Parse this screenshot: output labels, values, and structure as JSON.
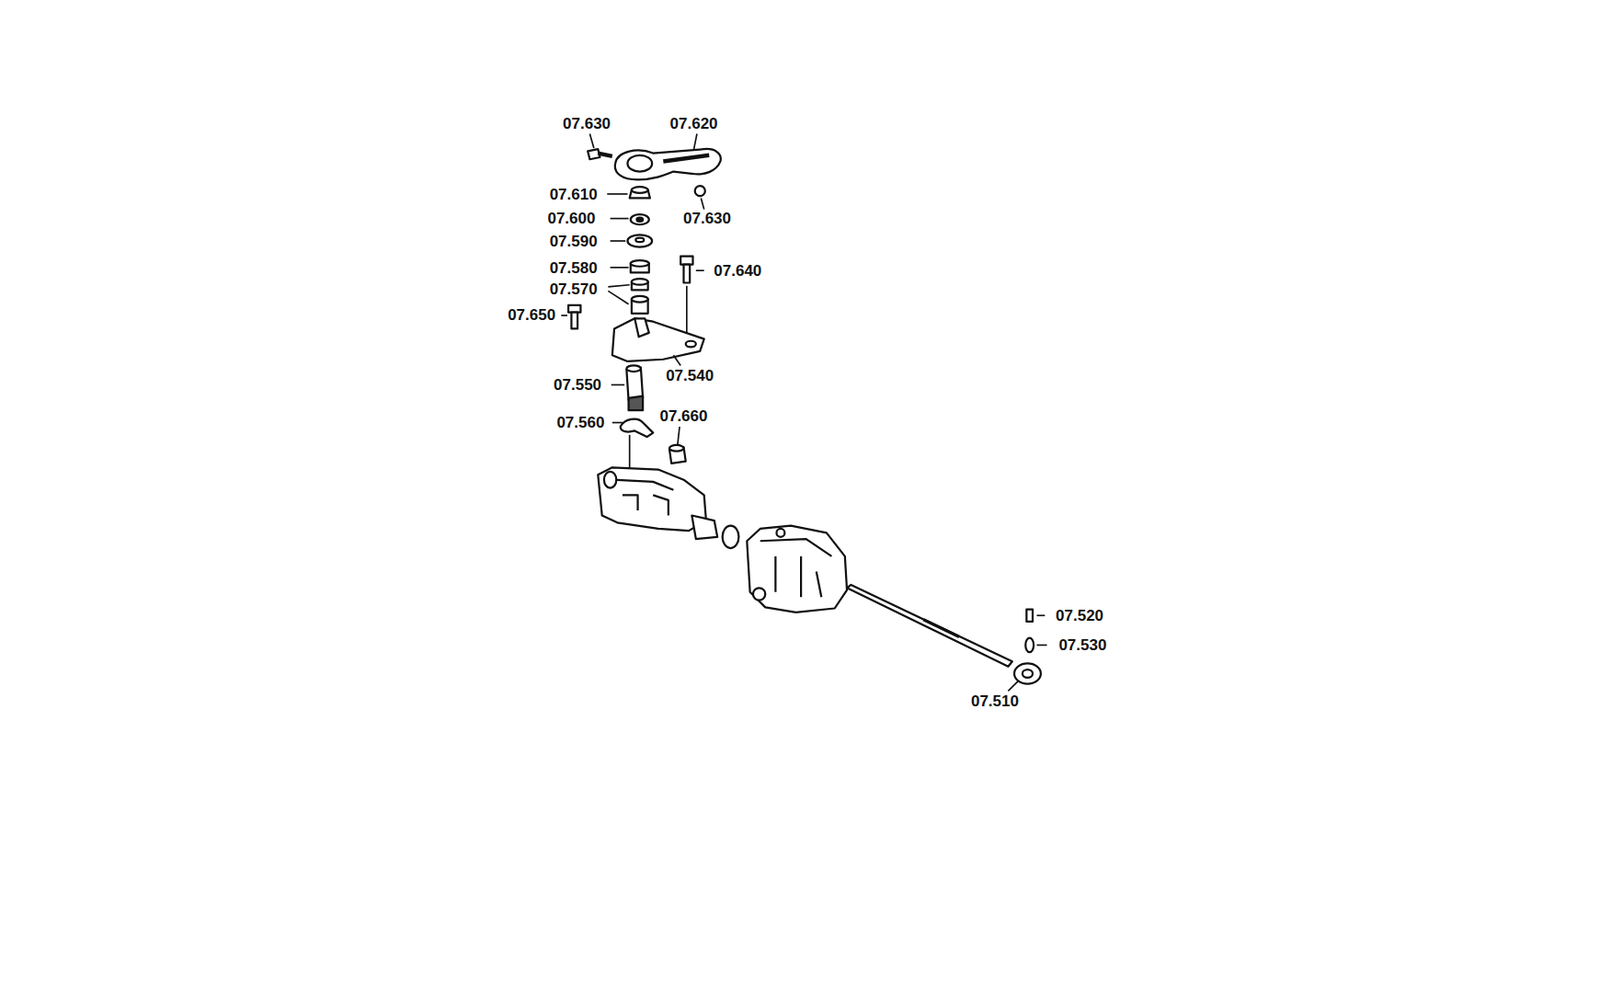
{
  "diagram": {
    "labels": [
      "07.630",
      "07.620",
      "07.610",
      "07.630",
      "07.600",
      "07.590",
      "07.580",
      "07.640",
      "07.570",
      "07.650",
      "07.540",
      "07.550",
      "07.560",
      "07.660",
      "07.520",
      "07.530",
      "07.510"
    ]
  }
}
